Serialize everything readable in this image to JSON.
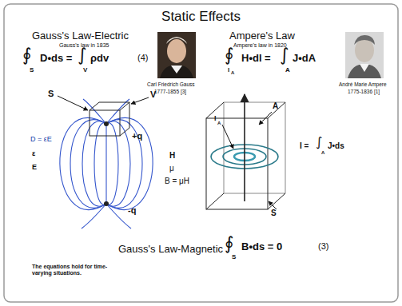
{
  "diagram": {
    "title": "Static Effects",
    "labels": [
      "Gauss's Law-Electric",
      "Gauss's law in 1835",
      "∮",
      "S",
      "D•ds = ",
      "∫",
      "V",
      "ρdv",
      "(4)",
      "Carl Friedrich Gauss",
      "1777-1855 [3]",
      "Ampere's Law",
      "Ampere's law in 1820",
      "∮",
      "l",
      "A",
      "H•dl = ",
      "∫",
      "A",
      "J•dA",
      "André Marie Ampere",
      "1775-1836 [1]",
      "S",
      "V",
      "+q",
      "-q",
      "D = εE",
      "ε",
      "E",
      "H",
      "μ",
      "B = μH",
      "I",
      "A",
      "A",
      "I = ",
      "∫",
      "A",
      "J•ds",
      "S",
      "Gauss's Law-Magnetic",
      "∮",
      "S",
      "B•ds = 0",
      "(3)",
      "The equations hold for time-varying situations."
    ]
  }
}
